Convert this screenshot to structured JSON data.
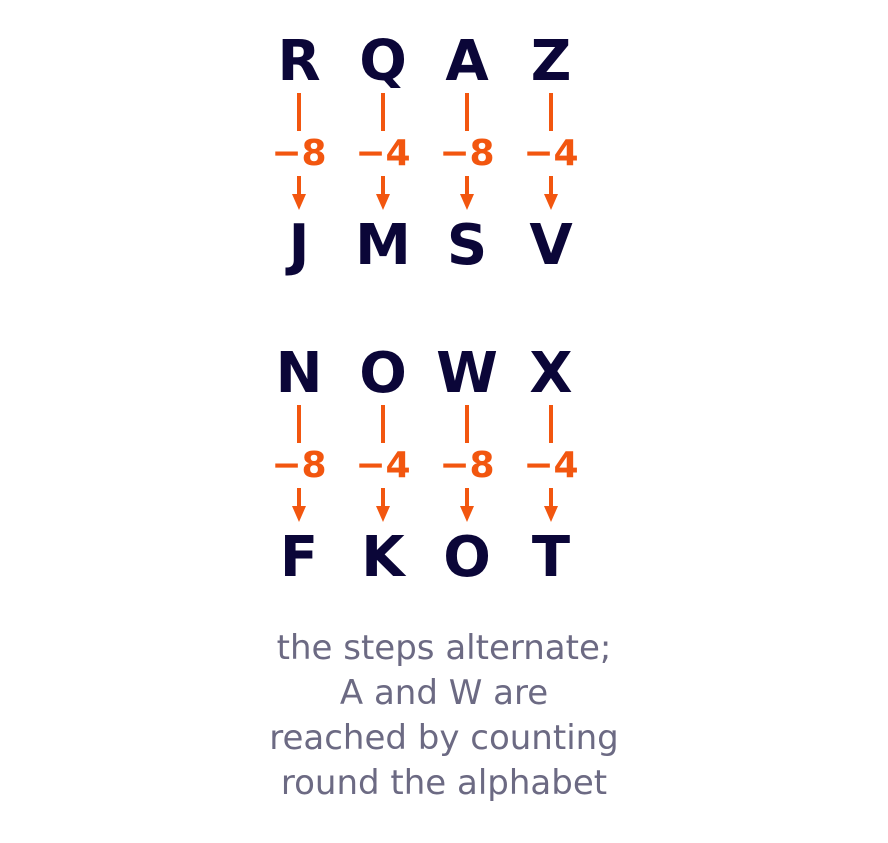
{
  "colors": {
    "letter": "#0b0638",
    "step": "#f2560f",
    "caption": "#6c6a83"
  },
  "groups": [
    {
      "top": [
        "R",
        "Q",
        "A",
        "Z"
      ],
      "steps": [
        "−8",
        "−4",
        "−8",
        "−4"
      ],
      "bottom": [
        "J",
        "M",
        "S",
        "V"
      ]
    },
    {
      "top": [
        "N",
        "O",
        "W",
        "X"
      ],
      "steps": [
        "−8",
        "−4",
        "−8",
        "−4"
      ],
      "bottom": [
        "F",
        "K",
        "O",
        "T"
      ]
    }
  ],
  "caption": {
    "lines": [
      "the steps alternate;",
      "A and W are",
      "reached by counting",
      "round the alphabet"
    ]
  }
}
